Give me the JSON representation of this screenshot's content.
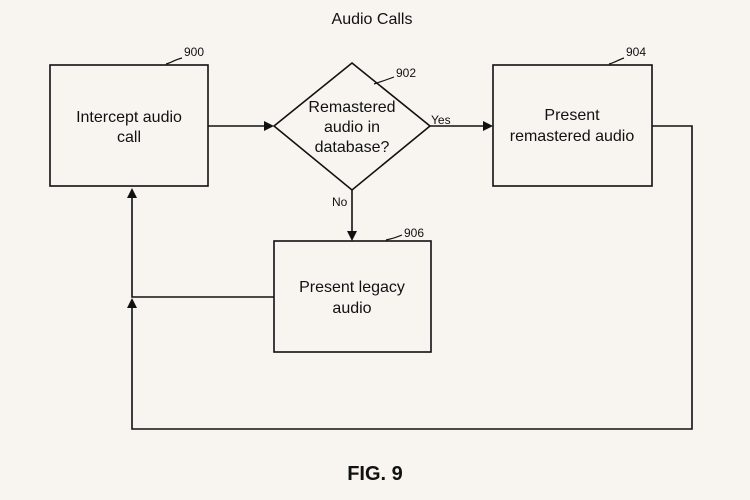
{
  "title": "Audio Calls",
  "figure_label": "FIG. 9",
  "nodes": {
    "intercept": {
      "ref": "900",
      "lines": [
        "Intercept audio",
        "call"
      ]
    },
    "decision": {
      "ref": "902",
      "lines": [
        "Remastered",
        "audio in",
        "database?"
      ]
    },
    "present_remastered": {
      "ref": "904",
      "lines": [
        "Present",
        "remastered audio"
      ]
    },
    "present_legacy": {
      "ref": "906",
      "lines": [
        "Present legacy",
        "audio"
      ]
    }
  },
  "edges": {
    "yes_label": "Yes",
    "no_label": "No"
  }
}
